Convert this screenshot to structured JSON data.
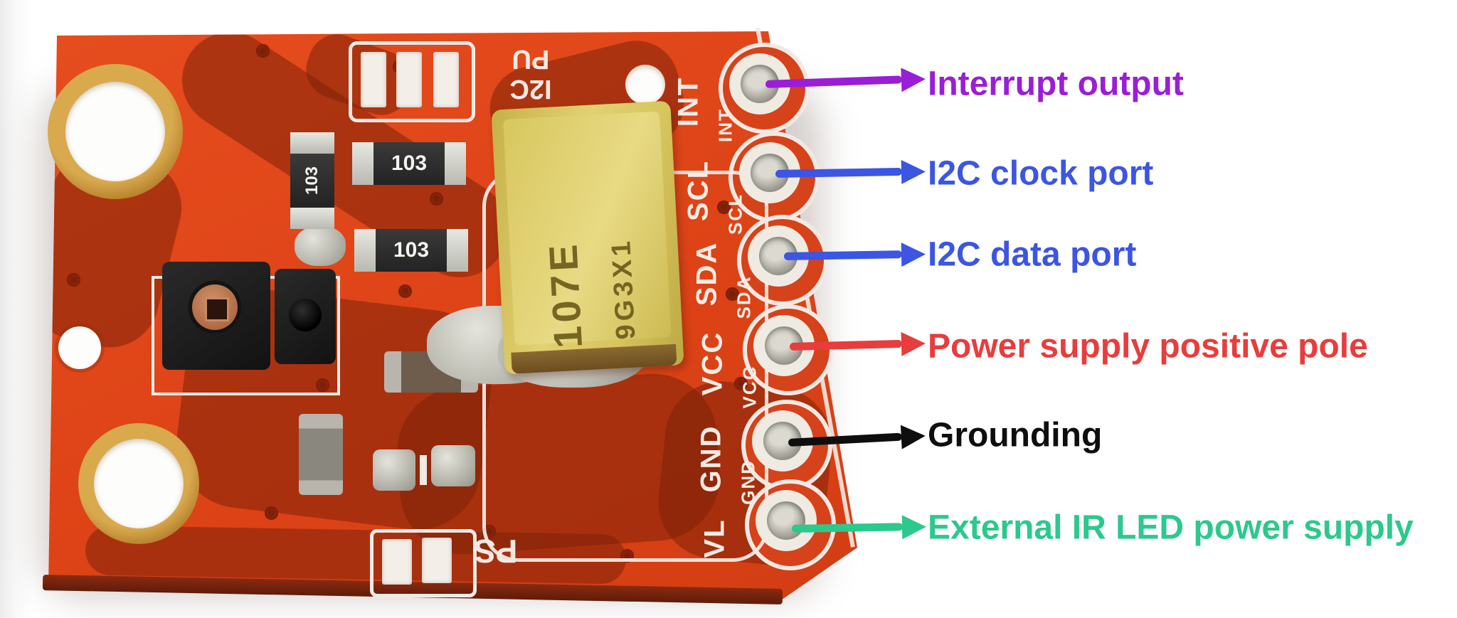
{
  "figure": {
    "kind": "annotated sensor breakout board pinout"
  },
  "pins": [
    {
      "name": "INT",
      "label": "Interrupt output",
      "color": "#9a1ed6"
    },
    {
      "name": "SCL",
      "label": "I2C clock port",
      "color": "#3c55e2"
    },
    {
      "name": "SDA",
      "label": "I2C data port",
      "color": "#3c55e2"
    },
    {
      "name": "VCC",
      "label": "Power supply positive pole",
      "color": "#e93c3c"
    },
    {
      "name": "GND",
      "label": "Grounding",
      "color": "#0e0e0e"
    },
    {
      "name": "VL",
      "label": "External IR LED power supply",
      "color": "#2bc98c"
    }
  ],
  "board": {
    "pcb_color": "#dd4316",
    "trace_color": "#9d3114",
    "silkscreen_color": "#f2e9e4",
    "jumper_top_label": "I2C\nPU",
    "jumper_bottom_label": "PS",
    "capacitor_marking_line1": "107E",
    "capacitor_marking_line2": "9G3X1",
    "resistor_marking": "103"
  }
}
